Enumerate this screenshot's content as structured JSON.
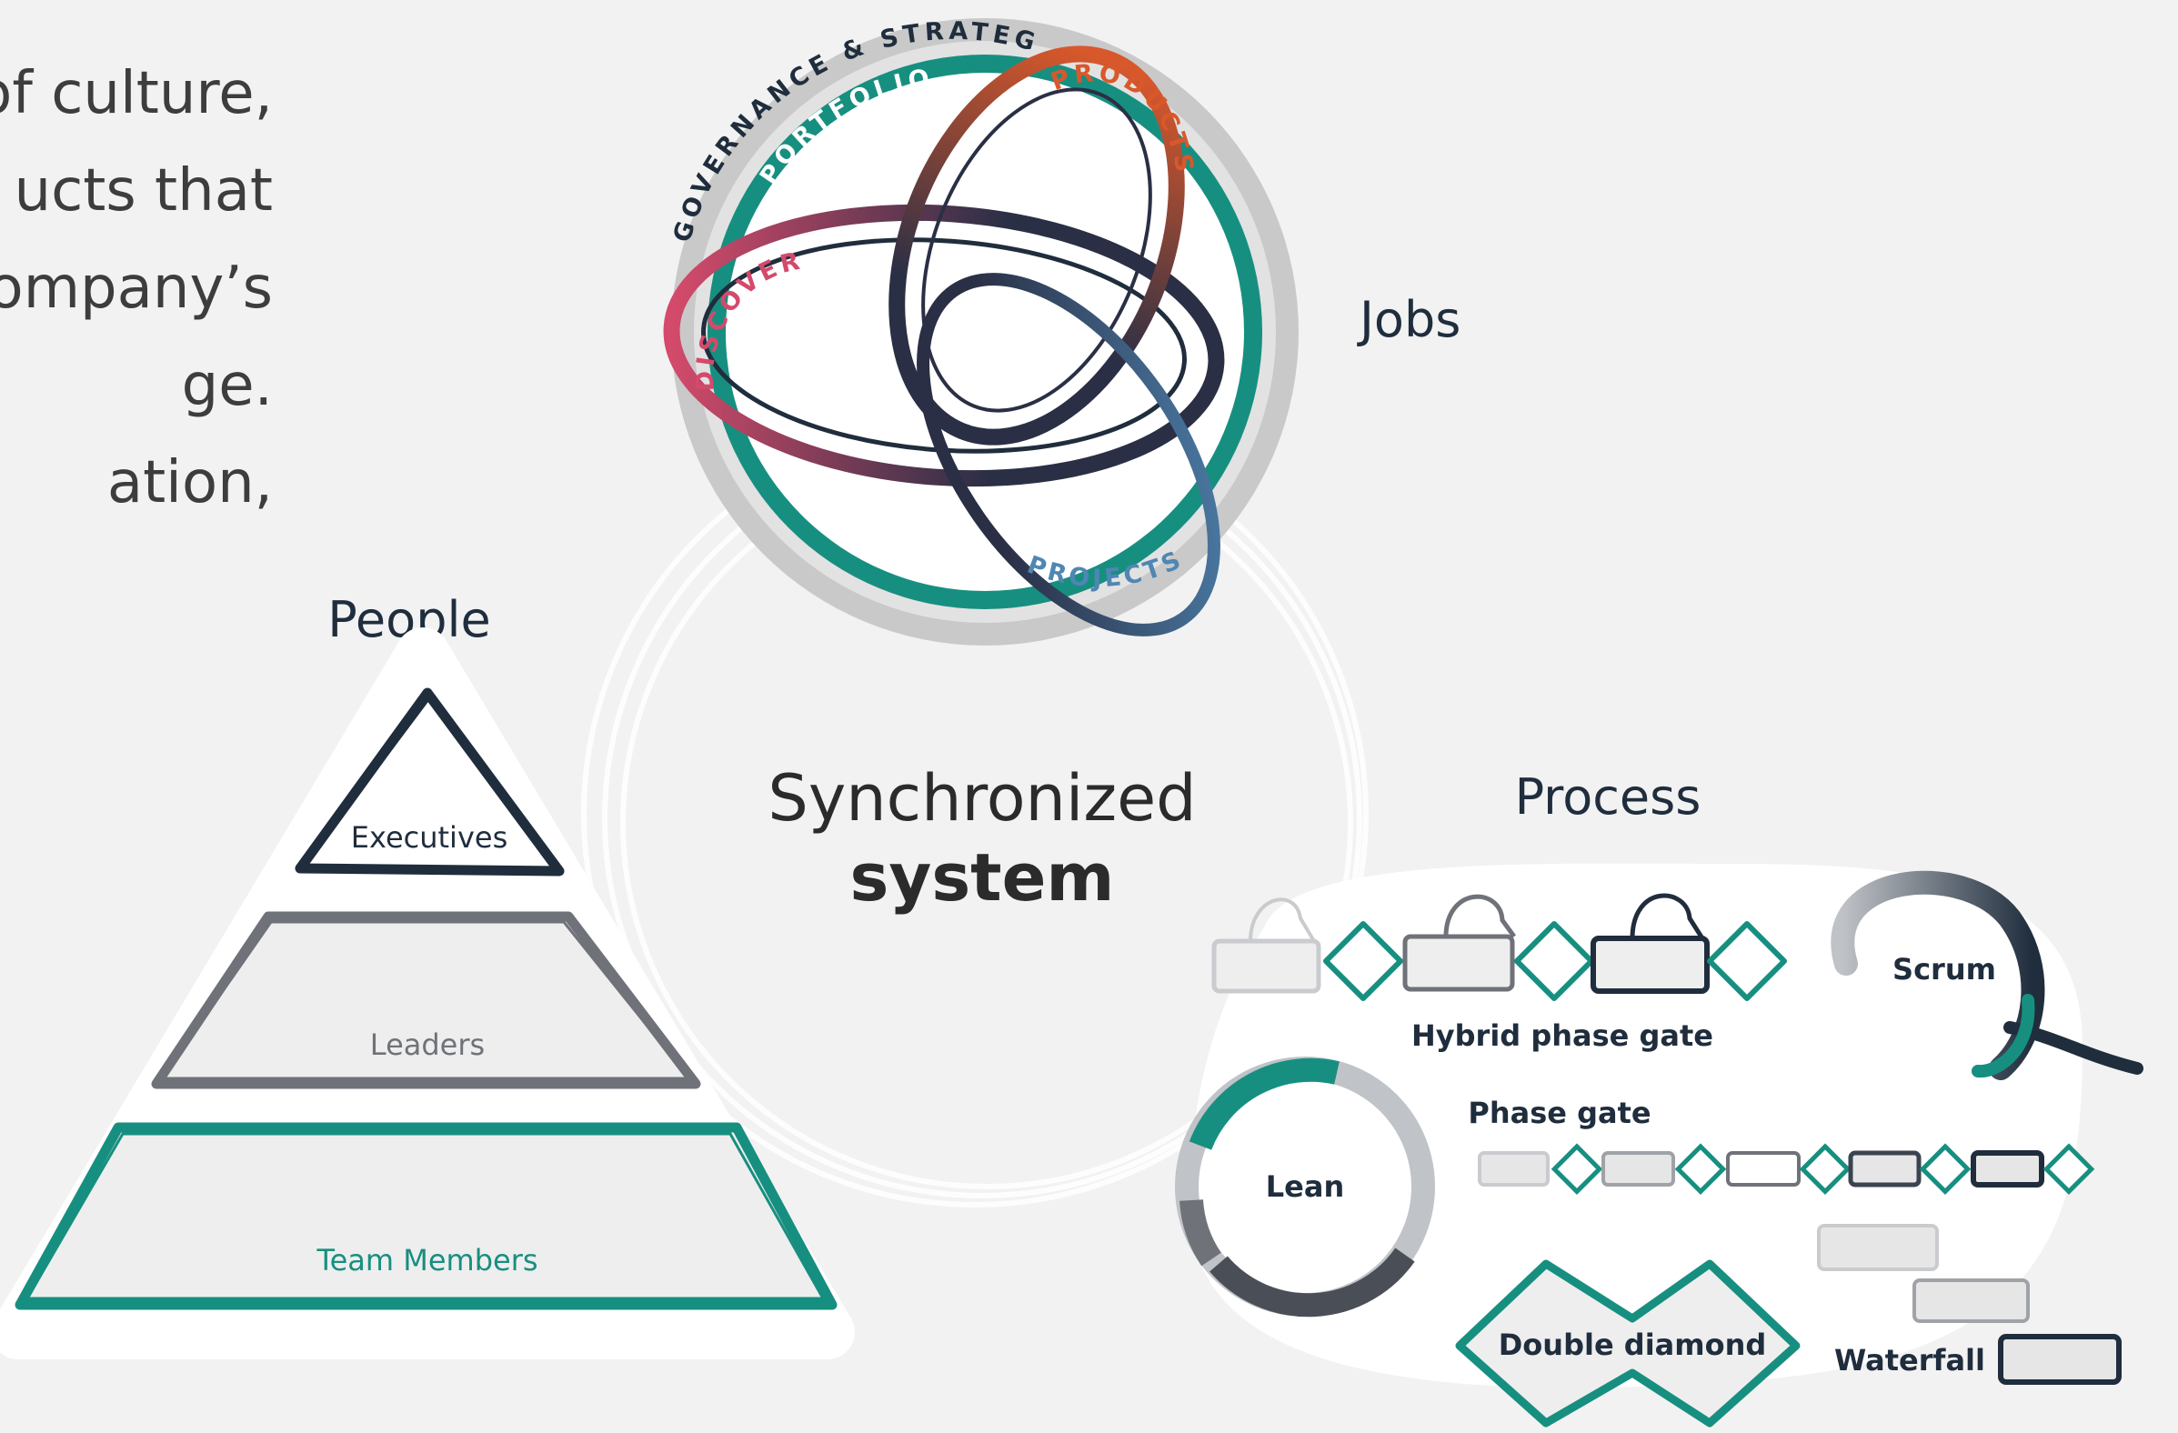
{
  "intro_lines": [
    "of culture,",
    "ucts that",
    "ompany’s",
    "ge.",
    "ation,"
  ],
  "jobs": {
    "title": "Jobs",
    "rings": {
      "governance": "GOVERNANCE & STRATEGY",
      "portfolio": "PORTFOLIO",
      "products": "PRODUCTS",
      "discovery": "DISCOVERY",
      "projects": "PROJECTS"
    }
  },
  "center": {
    "line1": "Synchronized",
    "line2": "system"
  },
  "people": {
    "title": "People",
    "levels": {
      "executives": "Executives",
      "leaders": "Leaders",
      "team": "Team Members"
    }
  },
  "process": {
    "title": "Process",
    "hybrid": "Hybrid phase gate",
    "scrum": "Scrum",
    "lean": "Lean",
    "phase_gate": "Phase gate",
    "double_diamond": "Double diamond",
    "waterfall": "Waterfall"
  },
  "colors": {
    "teal": "#178f80",
    "navy": "#1f2d3d",
    "gray": "#6f7278",
    "orange": "#d9582b",
    "pink": "#d44a6b",
    "blue": "#4f86b3"
  }
}
